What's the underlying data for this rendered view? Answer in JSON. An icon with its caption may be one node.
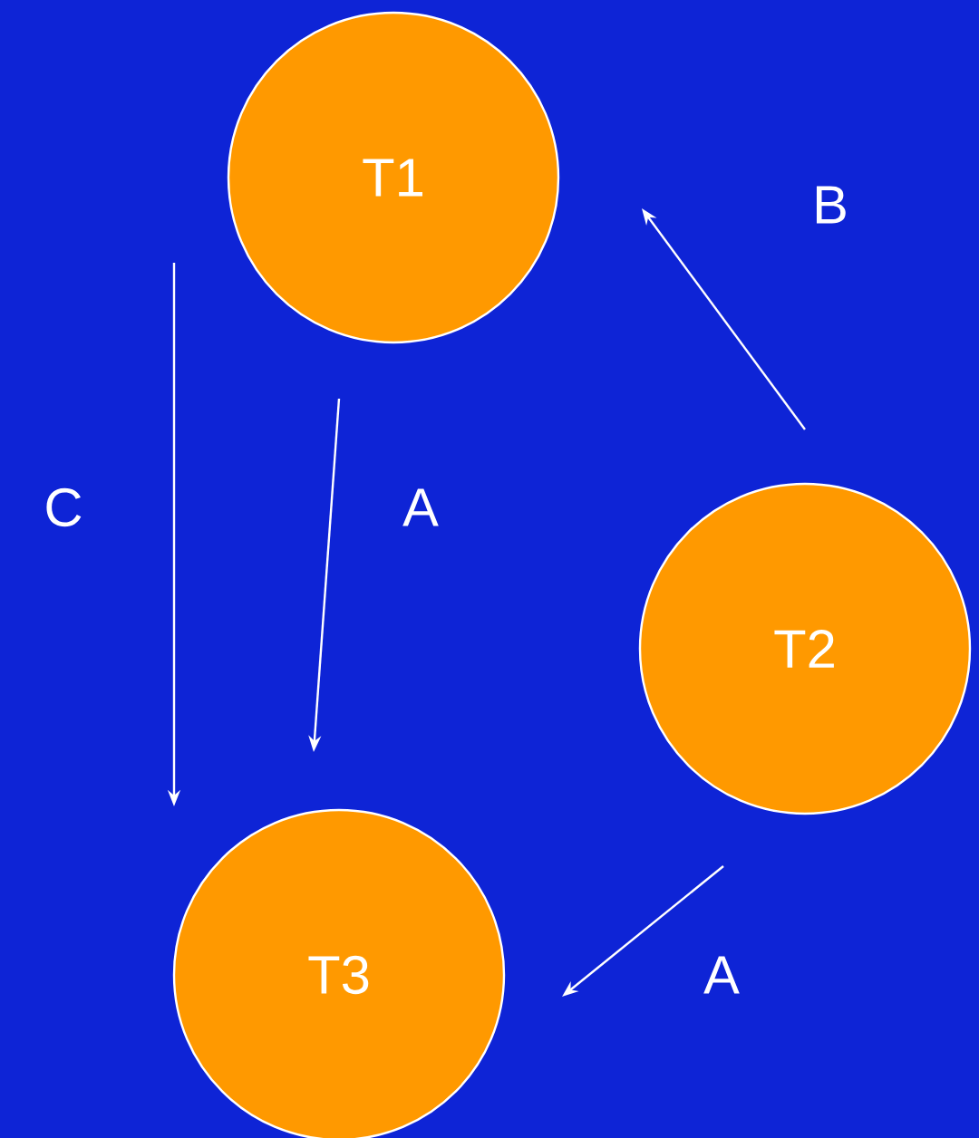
{
  "diagram": {
    "nodes": [
      {
        "text": [
          "T1"
        ]
      },
      {
        "text": [
          "T2"
        ]
      },
      {
        "text": [
          "T3"
        ]
      }
    ],
    "edges": [
      {
        "from": 0,
        "to": 2,
        "arrow": "to",
        "label": "C"
      },
      {
        "from": 0,
        "to": 2,
        "arrow": "to",
        "label": "A"
      },
      {
        "from": 1,
        "to": 0,
        "arrow": "to",
        "label": "B"
      },
      {
        "from": 1,
        "to": 2,
        "arrow": "to",
        "label": "A"
      }
    ]
  }
}
